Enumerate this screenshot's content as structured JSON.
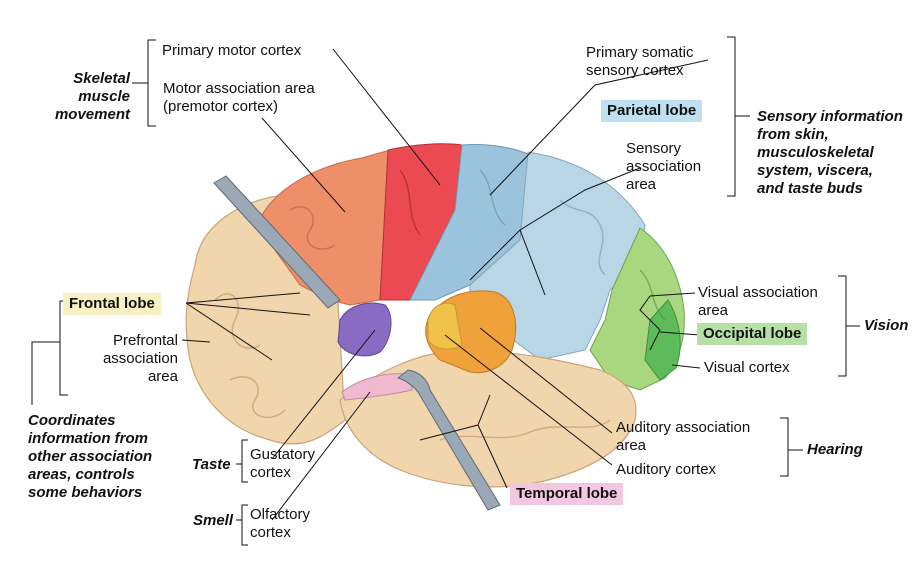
{
  "colors": {
    "frontal_box": "#f7f0c3",
    "parietal_box": "#bfe0f0",
    "occipital_box": "#b7e0a6",
    "temporal_box": "#f2c7df",
    "motor_cortex": "#ec4a53",
    "premotor": "#ef8f6a",
    "somatic": "#9cc3dc",
    "sensory_assoc": "#b9d6e6",
    "visual_assoc": "#a9d77f",
    "visual_cortex": "#5dbb5a",
    "auditory_assoc": "#f0a23a",
    "auditory_cortex": "#f1c24a",
    "gustatory": "#8a6bc4",
    "olfactory": "#f1b9cf",
    "frontal_tan": "#f0d5ad"
  },
  "labels": {
    "primary_motor": "Primary motor cortex",
    "motor_assoc": "Motor association area\n(premotor cortex)",
    "skeletal": "Skeletal\nmuscle\nmovement",
    "primary_somatic": "Primary  somatic\nsensory  cortex",
    "parietal_lobe": "Parietal  lobe",
    "sensory_info": "Sensory information\nfrom skin,\nmusculoskeletal\nsystem, viscera,\nand taste buds",
    "sensory_assoc": "Sensory\nassociation\narea",
    "frontal_lobe": "Frontal lobe",
    "prefrontal": "Prefrontal\nassociation\narea",
    "coordinates": "Coordinates\ninformation from\nother association\nareas, controls\nsome behaviors",
    "visual_assoc": "Visual association\narea",
    "occipital_lobe": "Occipital lobe",
    "vision": "Vision",
    "visual_cortex": "Visual cortex",
    "auditory_assoc": "Auditory association\narea",
    "hearing": "Hearing",
    "auditory_cortex": "Auditory cortex",
    "temporal_lobe": "Temporal lobe",
    "taste": "Taste",
    "gustatory": "Gustatory\ncortex",
    "smell": "Smell",
    "olfactory": "Olfactory\ncortex"
  }
}
